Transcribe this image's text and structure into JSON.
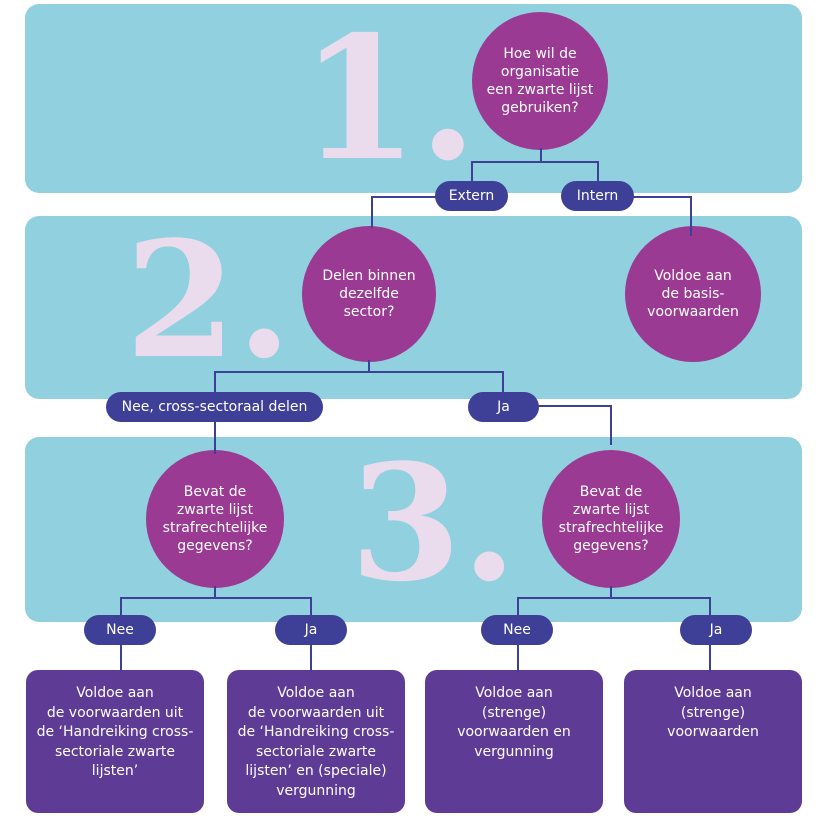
{
  "sections": {
    "one": {
      "numeral": "1.",
      "question": "Hoe wil de\norganisatie\neen zwarte lijst\ngebruiken?"
    },
    "two": {
      "numeral": "2.",
      "question": "Delen binnen\ndezelfde sector?",
      "basic_conditions": "Voldoe aan\nde basis-\nvoorwaarden"
    },
    "three": {
      "numeral": "3.",
      "question_left": "Bevat de\nzwarte lijst\nstrafrechtelijke\ngegevens?",
      "question_right": "Bevat de\nzwarte lijst\nstrafrechtelijke\ngegevens?"
    }
  },
  "answers": {
    "extern": "Extern",
    "intern": "Intern",
    "cross_sector": "Nee, cross-sectoraal delen",
    "ja_sector": "Ja",
    "nee_left": "Nee",
    "ja_left": "Ja",
    "nee_right": "Nee",
    "ja_right": "Ja"
  },
  "outcomes": [
    "Voldoe aan\nde voorwaarden uit\nde ‘Handreiking cross-\nsectoriale zwarte\nlijsten’",
    "Voldoe aan\nde voorwaarden uit\nde ‘Handreiking cross-\nsectoriale zwarte\nlijsten’ en (speciale)\nvergunning",
    "Voldoe aan\n(strenge)\nvoorwaarden en\nvergunning",
    "Voldoe aan\n(strenge)\nvoorwaarden"
  ],
  "colors": {
    "band": "#91d0de",
    "numeral": "#eadcec",
    "question_circle": "#9b3a92",
    "answer_pill": "#3e3f96",
    "outcome_box": "#5e3c96"
  }
}
